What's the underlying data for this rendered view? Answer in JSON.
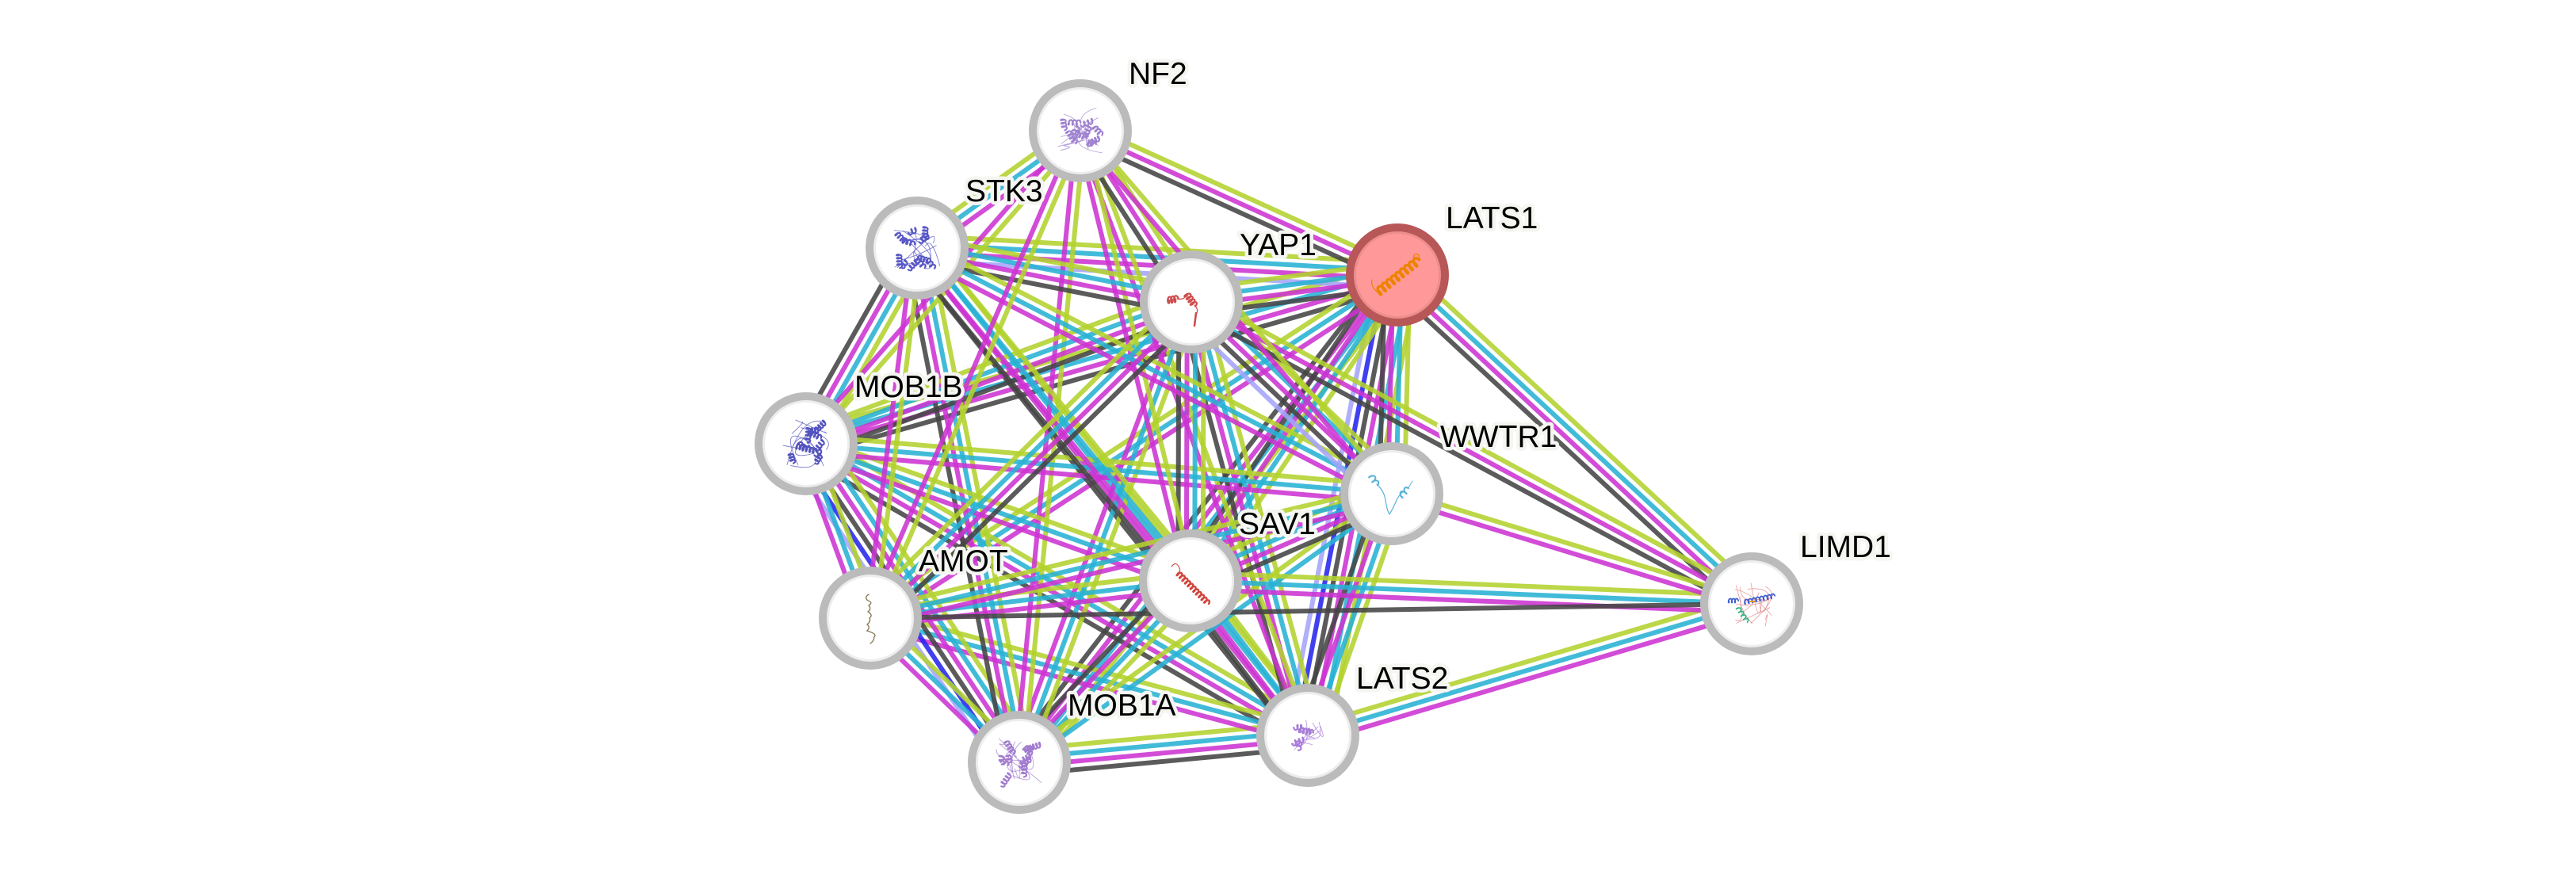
{
  "network": {
    "evidence_colors": {
      "homology": "#a4a4fa",
      "cooccurrence": "#2525ee",
      "coexpression": "#444444",
      "experiments": "#cc33d2",
      "databases": "#28b2d4",
      "textmining": "#b3d22d"
    },
    "node_style": {
      "fill": "#ffffff",
      "ring": "#bbbbbb",
      "query_fill": "#ff9999",
      "query_ring": "#b85757"
    },
    "nodes": [
      {
        "name": "NF2",
        "query": false,
        "structure_color": "#9f82d0"
      },
      {
        "name": "STK3",
        "query": false,
        "structure_color": "#5858c6"
      },
      {
        "name": "YAP1",
        "query": false,
        "structure_color": "#cf4d4d"
      },
      {
        "name": "LATS1",
        "query": true,
        "structure_color": "#ee8300"
      },
      {
        "name": "MOB1B",
        "query": false,
        "structure_color": "#5353be"
      },
      {
        "name": "WWTR1",
        "query": false,
        "structure_color": "#5ab2da"
      },
      {
        "name": "SAV1",
        "query": false,
        "structure_color": "#d0453c"
      },
      {
        "name": "AMOT",
        "query": false,
        "structure_color": "#8a7b5c"
      },
      {
        "name": "LIMD1",
        "query": false,
        "structure_color": "#e07c7c",
        "structure_color_2": "#3f5fd0"
      },
      {
        "name": "LATS2",
        "query": false,
        "structure_color": "#a77bd8"
      },
      {
        "name": "MOB1A",
        "query": false,
        "structure_color": "#a27ccf"
      }
    ],
    "edges": [
      {
        "source": "LATS1",
        "target": "LATS2",
        "evidence": [
          "homology",
          "cooccurrence",
          "coexpression",
          "experiments",
          "databases",
          "textmining"
        ]
      },
      {
        "source": "LATS1",
        "target": "MOB1A",
        "evidence": [
          "coexpression",
          "experiments",
          "databases",
          "textmining"
        ]
      },
      {
        "source": "LATS1",
        "target": "MOB1B",
        "evidence": [
          "coexpression",
          "experiments",
          "databases",
          "textmining"
        ]
      },
      {
        "source": "LATS1",
        "target": "SAV1",
        "evidence": [
          "coexpression",
          "experiments",
          "databases",
          "textmining"
        ]
      },
      {
        "source": "LATS1",
        "target": "STK3",
        "evidence": [
          "homology",
          "experiments",
          "databases",
          "textmining"
        ]
      },
      {
        "source": "LATS1",
        "target": "YAP1",
        "evidence": [
          "coexpression",
          "experiments",
          "databases",
          "textmining"
        ]
      },
      {
        "source": "LATS1",
        "target": "WWTR1",
        "evidence": [
          "coexpression",
          "experiments",
          "databases",
          "textmining"
        ]
      },
      {
        "source": "LATS1",
        "target": "NF2",
        "evidence": [
          "coexpression",
          "experiments",
          "textmining"
        ]
      },
      {
        "source": "LATS1",
        "target": "AMOT",
        "evidence": [
          "experiments",
          "databases",
          "textmining"
        ]
      },
      {
        "source": "LATS1",
        "target": "LIMD1",
        "evidence": [
          "coexpression",
          "experiments",
          "databases",
          "textmining"
        ]
      },
      {
        "source": "LATS2",
        "target": "MOB1A",
        "evidence": [
          "coexpression",
          "experiments",
          "databases",
          "textmining"
        ]
      },
      {
        "source": "LATS2",
        "target": "MOB1B",
        "evidence": [
          "coexpression",
          "experiments",
          "databases",
          "textmining"
        ]
      },
      {
        "source": "LATS2",
        "target": "SAV1",
        "evidence": [
          "coexpression",
          "experiments",
          "databases",
          "textmining"
        ]
      },
      {
        "source": "LATS2",
        "target": "STK3",
        "evidence": [
          "coexpression",
          "experiments",
          "databases",
          "textmining"
        ]
      },
      {
        "source": "LATS2",
        "target": "YAP1",
        "evidence": [
          "coexpression",
          "experiments",
          "databases",
          "textmining"
        ]
      },
      {
        "source": "LATS2",
        "target": "WWTR1",
        "evidence": [
          "coexpression",
          "experiments",
          "databases",
          "textmining"
        ]
      },
      {
        "source": "LATS2",
        "target": "NF2",
        "evidence": [
          "experiments",
          "textmining"
        ]
      },
      {
        "source": "LATS2",
        "target": "AMOT",
        "evidence": [
          "experiments",
          "databases",
          "textmining"
        ]
      },
      {
        "source": "LATS2",
        "target": "LIMD1",
        "evidence": [
          "experiments",
          "databases",
          "textmining"
        ]
      },
      {
        "source": "MOB1A",
        "target": "MOB1B",
        "evidence": [
          "homology",
          "cooccurrence",
          "coexpression",
          "experiments",
          "databases",
          "textmining"
        ]
      },
      {
        "source": "MOB1A",
        "target": "SAV1",
        "evidence": [
          "coexpression",
          "experiments",
          "databases",
          "textmining"
        ]
      },
      {
        "source": "MOB1A",
        "target": "STK3",
        "evidence": [
          "coexpression",
          "experiments",
          "databases",
          "textmining"
        ]
      },
      {
        "source": "MOB1A",
        "target": "YAP1",
        "evidence": [
          "experiments",
          "databases",
          "textmining"
        ]
      },
      {
        "source": "MOB1A",
        "target": "WWTR1",
        "evidence": [
          "databases",
          "textmining"
        ]
      },
      {
        "source": "MOB1A",
        "target": "NF2",
        "evidence": [
          "experiments",
          "textmining"
        ]
      },
      {
        "source": "MOB1A",
        "target": "AMOT",
        "evidence": [
          "experiments",
          "databases",
          "textmining"
        ]
      },
      {
        "source": "MOB1B",
        "target": "SAV1",
        "evidence": [
          "experiments",
          "databases",
          "textmining"
        ]
      },
      {
        "source": "MOB1B",
        "target": "STK3",
        "evidence": [
          "coexpression",
          "experiments",
          "databases",
          "textmining"
        ]
      },
      {
        "source": "MOB1B",
        "target": "YAP1",
        "evidence": [
          "coexpression",
          "experiments",
          "databases",
          "textmining"
        ]
      },
      {
        "source": "MOB1B",
        "target": "WWTR1",
        "evidence": [
          "experiments",
          "databases",
          "textmining"
        ]
      },
      {
        "source": "MOB1B",
        "target": "NF2",
        "evidence": [
          "experiments",
          "textmining"
        ]
      },
      {
        "source": "MOB1B",
        "target": "AMOT",
        "evidence": [
          "experiments",
          "databases",
          "textmining"
        ]
      },
      {
        "source": "SAV1",
        "target": "STK3",
        "evidence": [
          "coexpression",
          "experiments",
          "databases",
          "textmining"
        ]
      },
      {
        "source": "SAV1",
        "target": "YAP1",
        "evidence": [
          "coexpression",
          "experiments",
          "databases",
          "textmining"
        ]
      },
      {
        "source": "SAV1",
        "target": "WWTR1",
        "evidence": [
          "coexpression",
          "experiments",
          "databases",
          "textmining"
        ]
      },
      {
        "source": "SAV1",
        "target": "NF2",
        "evidence": [
          "experiments",
          "textmining"
        ]
      },
      {
        "source": "SAV1",
        "target": "AMOT",
        "evidence": [
          "experiments",
          "databases",
          "textmining"
        ]
      },
      {
        "source": "SAV1",
        "target": "LIMD1",
        "evidence": [
          "experiments",
          "databases",
          "textmining"
        ]
      },
      {
        "source": "STK3",
        "target": "YAP1",
        "evidence": [
          "coexpression",
          "experiments",
          "databases",
          "textmining"
        ]
      },
      {
        "source": "STK3",
        "target": "WWTR1",
        "evidence": [
          "experiments",
          "databases",
          "textmining"
        ]
      },
      {
        "source": "STK3",
        "target": "NF2",
        "evidence": [
          "experiments",
          "databases",
          "textmining"
        ]
      },
      {
        "source": "STK3",
        "target": "AMOT",
        "evidence": [
          "experiments",
          "textmining"
        ]
      },
      {
        "source": "YAP1",
        "target": "WWTR1",
        "evidence": [
          "homology",
          "coexpression",
          "experiments",
          "databases",
          "textmining"
        ]
      },
      {
        "source": "YAP1",
        "target": "NF2",
        "evidence": [
          "coexpression",
          "experiments",
          "textmining"
        ]
      },
      {
        "source": "YAP1",
        "target": "AMOT",
        "evidence": [
          "coexpression",
          "experiments",
          "databases",
          "textmining"
        ]
      },
      {
        "source": "YAP1",
        "target": "LIMD1",
        "evidence": [
          "coexpression",
          "experiments",
          "textmining"
        ]
      },
      {
        "source": "WWTR1",
        "target": "NF2",
        "evidence": [
          "experiments",
          "textmining"
        ]
      },
      {
        "source": "WWTR1",
        "target": "AMOT",
        "evidence": [
          "experiments",
          "databases",
          "textmining"
        ]
      },
      {
        "source": "WWTR1",
        "target": "LIMD1",
        "evidence": [
          "experiments",
          "textmining"
        ]
      },
      {
        "source": "NF2",
        "target": "AMOT",
        "evidence": [
          "experiments",
          "textmining"
        ]
      },
      {
        "source": "AMOT",
        "target": "LIMD1",
        "evidence": [
          "coexpression"
        ]
      }
    ]
  }
}
